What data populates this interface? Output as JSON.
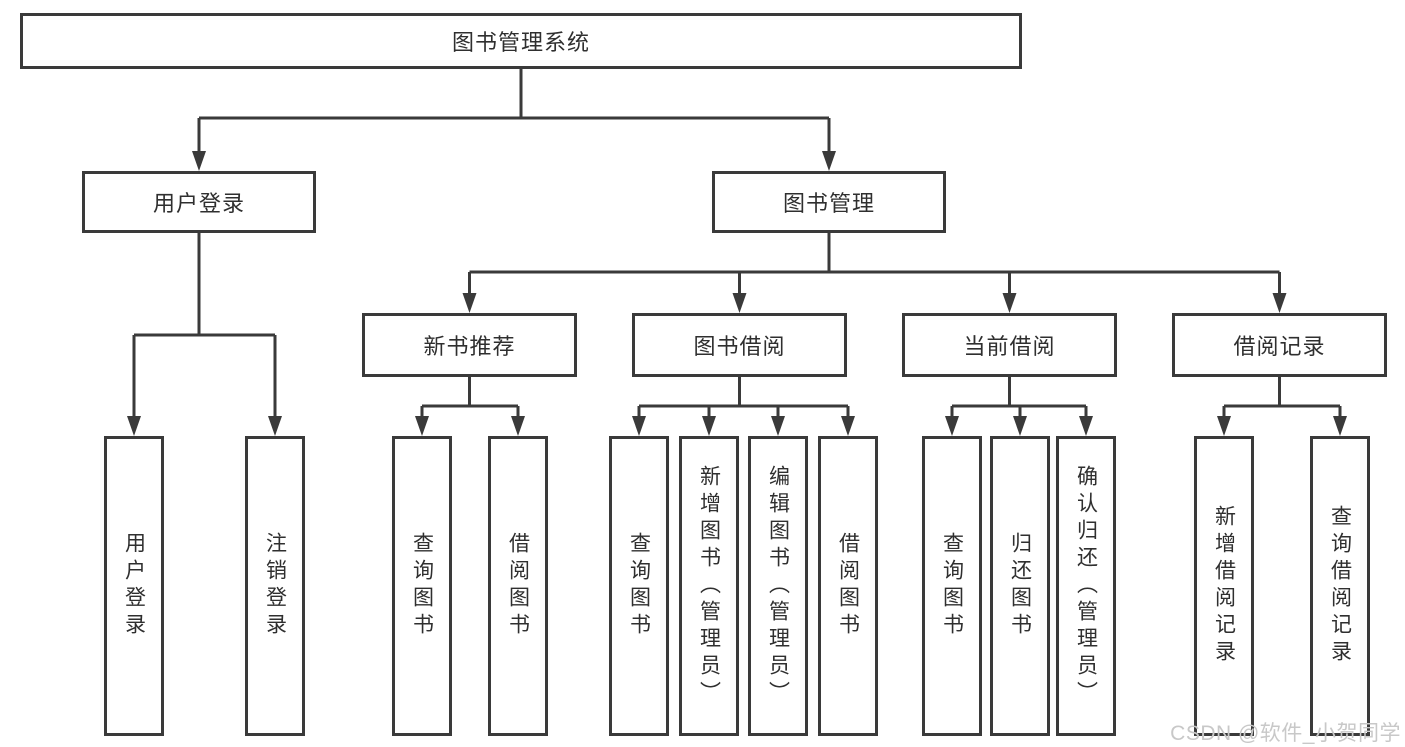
{
  "diagram": {
    "root": {
      "id": "library-management-system",
      "label": "图书管理系统"
    },
    "level2": [
      {
        "id": "user-login",
        "label": "用户登录"
      },
      {
        "id": "book-management",
        "label": "图书管理"
      }
    ],
    "level3": [
      {
        "id": "new-book-recommend",
        "label": "新书推荐",
        "parent": "book-management"
      },
      {
        "id": "book-borrowing",
        "label": "图书借阅",
        "parent": "book-management"
      },
      {
        "id": "current-borrowing",
        "label": "当前借阅",
        "parent": "book-management"
      },
      {
        "id": "borrowing-records",
        "label": "借阅记录",
        "parent": "book-management"
      }
    ],
    "leaves": [
      {
        "id": "user-login-action",
        "label": "用户登录",
        "parent": "user-login"
      },
      {
        "id": "logout-action",
        "label": "注销登录",
        "parent": "user-login"
      },
      {
        "id": "query-books-recommend",
        "label": "查询图书",
        "parent": "new-book-recommend"
      },
      {
        "id": "borrow-books-recommend",
        "label": "借阅图书",
        "parent": "new-book-recommend"
      },
      {
        "id": "query-books-borrowing",
        "label": "查询图书",
        "parent": "book-borrowing"
      },
      {
        "id": "add-book-admin",
        "label": "新增图书（管理员）",
        "parent": "book-borrowing"
      },
      {
        "id": "edit-book-admin",
        "label": "编辑图书（管理员）",
        "parent": "book-borrowing"
      },
      {
        "id": "borrow-books-borrowing",
        "label": "借阅图书",
        "parent": "book-borrowing"
      },
      {
        "id": "query-books-current",
        "label": "查询图书",
        "parent": "current-borrowing"
      },
      {
        "id": "return-books",
        "label": "归还图书",
        "parent": "current-borrowing"
      },
      {
        "id": "confirm-return-admin",
        "label": "确认归还（管理员）",
        "parent": "current-borrowing"
      },
      {
        "id": "add-borrow-record",
        "label": "新增借阅记录",
        "parent": "borrowing-records"
      },
      {
        "id": "query-borrow-record",
        "label": "查询借阅记录",
        "parent": "borrowing-records"
      }
    ]
  },
  "watermark": {
    "text": "CSDN @软件_小贺同学"
  },
  "colors": {
    "line": "#3a3a3a",
    "text": "#2f2f2f",
    "watermark": "#c8c8c8",
    "background": "#ffffff"
  }
}
